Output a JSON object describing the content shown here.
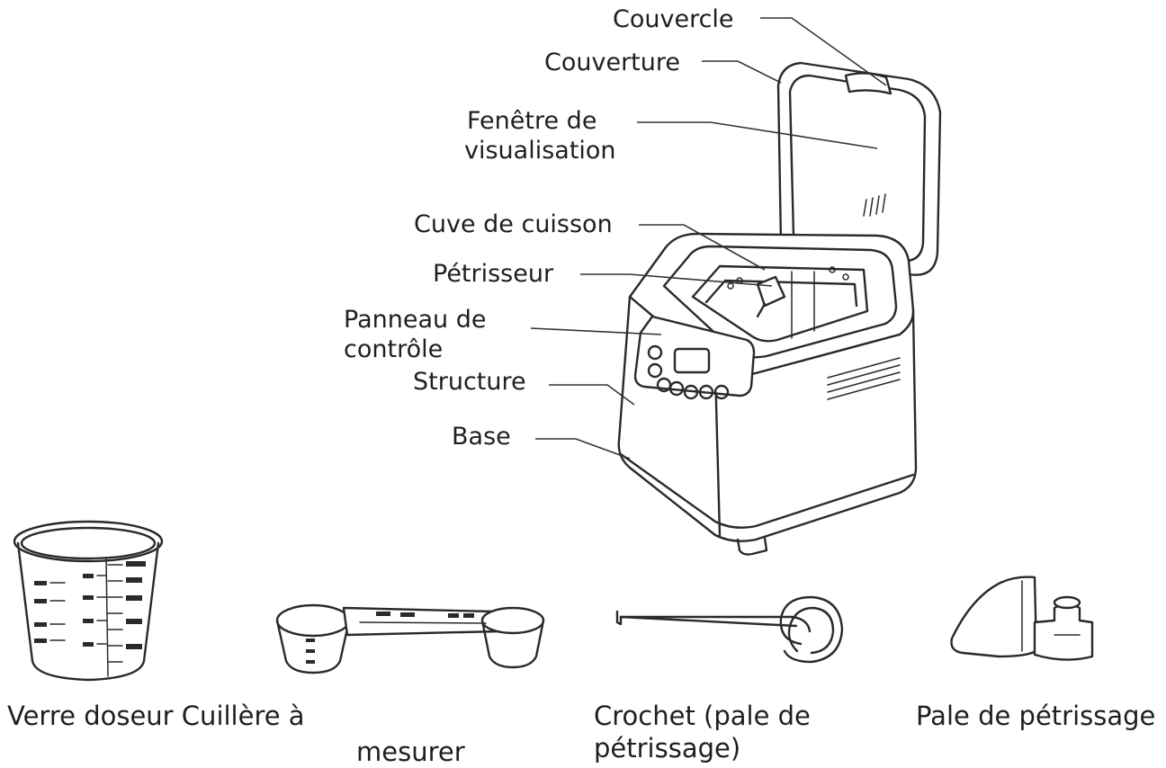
{
  "labels": {
    "couvercle": "Couvercle",
    "couverture": "Couverture",
    "fenetre_line1": "Fenêtre de",
    "fenetre_line2": "visualisation",
    "cuve": "Cuve de cuisson",
    "petrisseur": "Pétrisseur",
    "panneau_line1": "Panneau de",
    "panneau_line2": "contrôle",
    "structure": "Structure",
    "base": "Base"
  },
  "accessories": {
    "verre_doseur": "Verre doseur Cuillère à",
    "mesurer": "mesurer",
    "crochet_line1": "Crochet (pale de",
    "crochet_line2": "pétrissage)",
    "pale": "Pale de pétrissage"
  },
  "icons": [
    "bread-machine-illustration",
    "measuring-cup-illustration",
    "measuring-spoon-illustration",
    "hook-illustration",
    "kneading-paddle-illustration"
  ]
}
